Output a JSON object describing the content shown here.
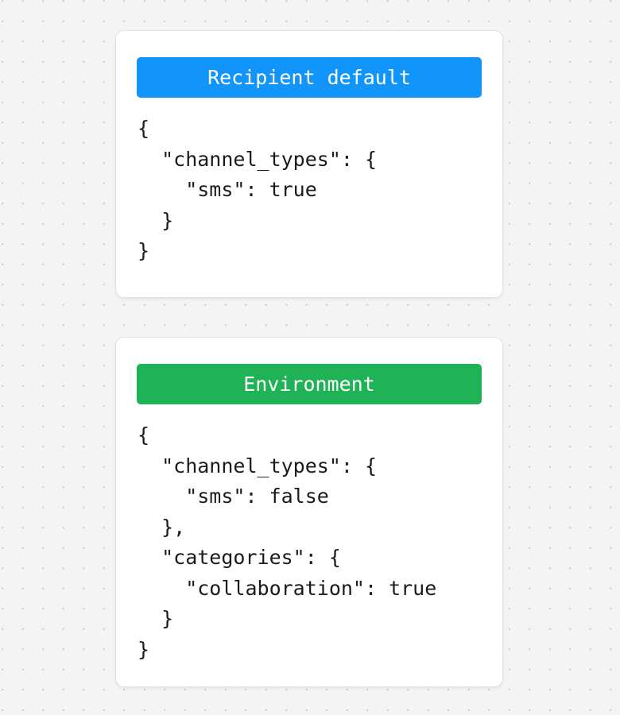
{
  "background": {
    "color": "#f4f4f4",
    "dot_color": "#c9c9c9",
    "pattern": "dot-grid"
  },
  "cards": [
    {
      "id": "recipient-default",
      "banner_label": "Recipient default",
      "banner_color": "#1195fa",
      "banner_text_color": "#ffffff",
      "json_lines": [
        "{",
        "  \"channel_types\": {",
        "    \"sms\": true",
        "  }",
        "}"
      ],
      "payload": {
        "channel_types": {
          "sms": true
        }
      }
    },
    {
      "id": "environment",
      "banner_label": "Environment",
      "banner_color": "#20b257",
      "banner_text_color": "#ffffff",
      "json_lines": [
        "{",
        "  \"channel_types\": {",
        "    \"sms\": false",
        "  },",
        "  \"categories\": {",
        "    \"collaboration\": true",
        "  }",
        "}"
      ],
      "payload": {
        "channel_types": {
          "sms": false
        },
        "categories": {
          "collaboration": true
        }
      }
    }
  ]
}
